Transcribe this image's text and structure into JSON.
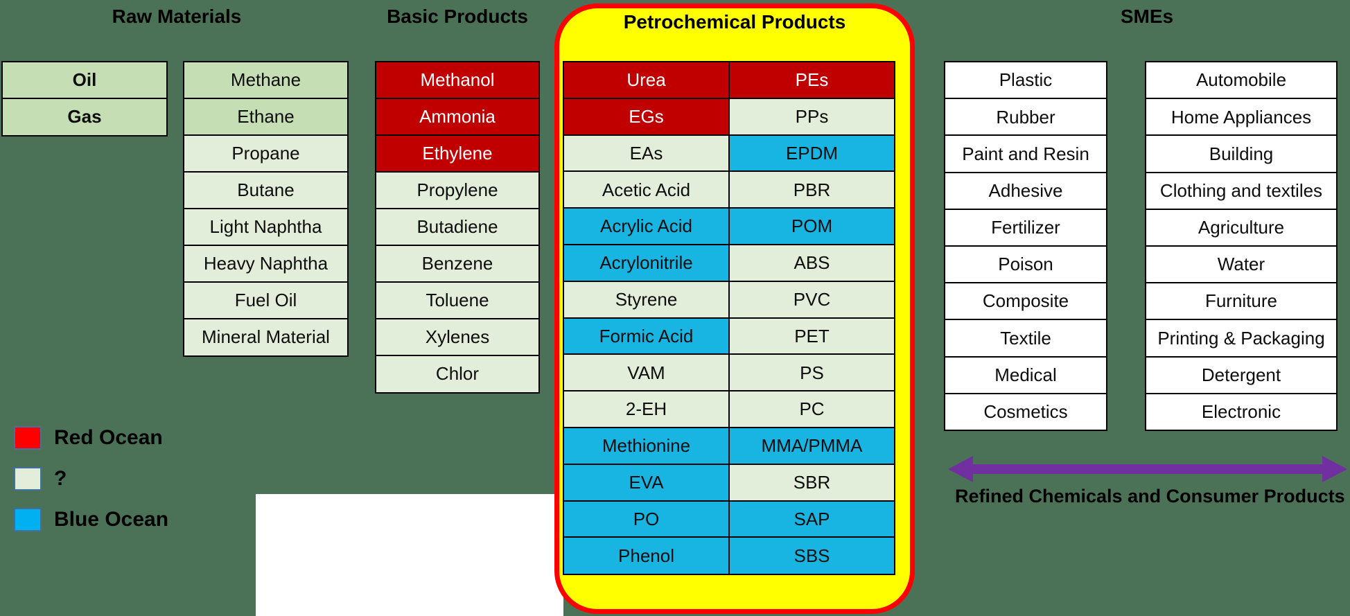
{
  "colors": {
    "background": "#4b7257",
    "green_dark": "#c6deb3",
    "green_light": "#e3eeda",
    "red_box": "#c00000",
    "blue_box": "#19b5e2",
    "yellow_panel": "#ffff00",
    "panel_border_red": "#fe0000",
    "legend_red": "#fe0000",
    "legend_blue": "#00b0f0",
    "arrow_purple": "#7030a0",
    "box_border": "#000000",
    "white_box": "#ffffff"
  },
  "title_headers": {
    "raw_materials": "Raw Materials",
    "basic_products": "Basic Products",
    "petrochemical_products": "Petrochemical Products",
    "smes": "SMEs"
  },
  "raw_materials_sources": {
    "rows": [
      {
        "label": "Oil",
        "type": "green-dark",
        "bold": true
      },
      {
        "label": "Gas",
        "type": "green-dark",
        "bold": true
      }
    ]
  },
  "raw_materials_fractions": {
    "rows": [
      {
        "label": "Methane",
        "type": "green-dark"
      },
      {
        "label": "Ethane",
        "type": "green-dark"
      },
      {
        "label": "Propane",
        "type": "green-light"
      },
      {
        "label": "Butane",
        "type": "green-light"
      },
      {
        "label": "Light Naphtha",
        "type": "green-light"
      },
      {
        "label": "Heavy Naphtha",
        "type": "green-light"
      },
      {
        "label": "Fuel Oil",
        "type": "green-light"
      },
      {
        "label": "Mineral Material",
        "type": "green-light"
      }
    ]
  },
  "basic_products": {
    "rows": [
      {
        "label": "Methanol",
        "type": "red"
      },
      {
        "label": "Ammonia",
        "type": "red"
      },
      {
        "label": "Ethylene",
        "type": "red"
      },
      {
        "label": "Propylene",
        "type": "green-light"
      },
      {
        "label": "Butadiene",
        "type": "green-light"
      },
      {
        "label": "Benzene",
        "type": "green-light"
      },
      {
        "label": "Toluene",
        "type": "green-light"
      },
      {
        "label": "Xylenes",
        "type": "green-light"
      },
      {
        "label": "Chlor",
        "type": "green-light"
      }
    ]
  },
  "petrochemical_products": {
    "left": {
      "rows": [
        {
          "label": "Urea",
          "type": "red"
        },
        {
          "label": "EGs",
          "type": "red"
        },
        {
          "label": "EAs",
          "type": "green-light"
        },
        {
          "label": "Acetic Acid",
          "type": "green-light"
        },
        {
          "label": "Acrylic Acid",
          "type": "blue"
        },
        {
          "label": "Acrylonitrile",
          "type": "blue"
        },
        {
          "label": "Styrene",
          "type": "green-light"
        },
        {
          "label": "Formic Acid",
          "type": "blue"
        },
        {
          "label": "VAM",
          "type": "green-light"
        },
        {
          "label": "2-EH",
          "type": "green-light"
        },
        {
          "label": "Methionine",
          "type": "blue"
        },
        {
          "label": "EVA",
          "type": "blue"
        },
        {
          "label": "PO",
          "type": "blue"
        },
        {
          "label": "Phenol",
          "type": "blue"
        }
      ]
    },
    "right": {
      "rows": [
        {
          "label": "PEs",
          "type": "red"
        },
        {
          "label": "PPs",
          "type": "green-light"
        },
        {
          "label": "EPDM",
          "type": "blue"
        },
        {
          "label": "PBR",
          "type": "green-light"
        },
        {
          "label": "POM",
          "type": "blue"
        },
        {
          "label": "ABS",
          "type": "green-light"
        },
        {
          "label": "PVC",
          "type": "green-light"
        },
        {
          "label": "PET",
          "type": "green-light"
        },
        {
          "label": "PS",
          "type": "green-light"
        },
        {
          "label": "PC",
          "type": "green-light"
        },
        {
          "label": "MMA/PMMA",
          "type": "blue"
        },
        {
          "label": "SBR",
          "type": "green-light"
        },
        {
          "label": "SAP",
          "type": "blue"
        },
        {
          "label": "SBS",
          "type": "blue"
        }
      ]
    }
  },
  "smes_industries": {
    "rows": [
      {
        "label": "Plastic",
        "type": "white"
      },
      {
        "label": "Rubber",
        "type": "white"
      },
      {
        "label": "Paint and Resin",
        "type": "white"
      },
      {
        "label": "Adhesive",
        "type": "white"
      },
      {
        "label": "Fertilizer",
        "type": "white"
      },
      {
        "label": "Poison",
        "type": "white"
      },
      {
        "label": "Composite",
        "type": "white"
      },
      {
        "label": "Textile",
        "type": "white"
      },
      {
        "label": "Medical",
        "type": "white"
      },
      {
        "label": "Cosmetics",
        "type": "white"
      }
    ]
  },
  "smes_end_markets": {
    "rows": [
      {
        "label": "Automobile",
        "type": "white"
      },
      {
        "label": "Home Appliances",
        "type": "white"
      },
      {
        "label": "Building",
        "type": "white"
      },
      {
        "label": "Clothing and textiles",
        "type": "white"
      },
      {
        "label": "Agriculture",
        "type": "white"
      },
      {
        "label": "Water",
        "type": "white"
      },
      {
        "label": "Furniture",
        "type": "white"
      },
      {
        "label": "Printing & Packaging",
        "type": "white"
      },
      {
        "label": "Detergent",
        "type": "white"
      },
      {
        "label": "Electronic",
        "type": "white"
      }
    ]
  },
  "legend": {
    "red": {
      "label": "Red Ocean"
    },
    "unknown": {
      "label": "?"
    },
    "blue": {
      "label": "Blue Ocean"
    }
  },
  "arrow": {
    "label": "Refined Chemicals and Consumer Products"
  }
}
